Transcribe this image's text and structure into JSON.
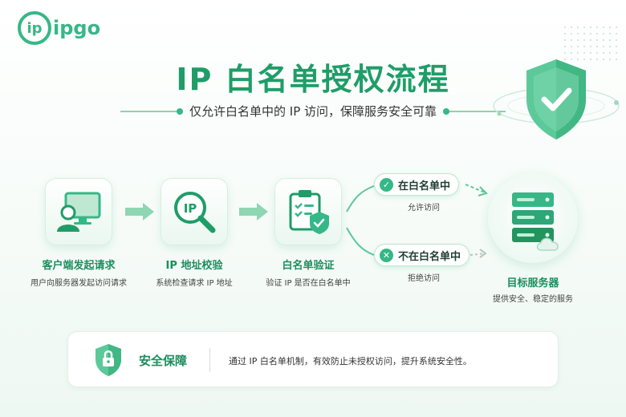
{
  "logo": {
    "mark": "ip",
    "text": "ipgo"
  },
  "header": {
    "title": "IP 白名单授权流程",
    "subtitle": "仅允许白名单中的 IP 访问，保障服务安全可靠"
  },
  "steps": [
    {
      "label": "客户端发起请求",
      "desc": "用户向服务器发起访问请求",
      "icon": "monitor-user-icon"
    },
    {
      "label": "IP 地址校验",
      "desc": "系统检查请求 IP 地址",
      "icon": "ip-magnifier-icon"
    },
    {
      "label": "白名单验证",
      "desc": "验证 IP 是否在白名单中",
      "icon": "clipboard-shield-icon"
    }
  ],
  "ip_badge": "IP",
  "branches": {
    "allowed": {
      "label": "在白名单中",
      "desc": "允许访问",
      "icon": "check-icon"
    },
    "denied": {
      "label": "不在白名单中",
      "desc": "拒绝访问",
      "icon": "x-icon"
    }
  },
  "server": {
    "label": "目标服务器",
    "desc": "提供安全、稳定的服务",
    "icon": "server-cloud-icon"
  },
  "footer": {
    "title": "安全保障",
    "text": "通过 IP 白名单机制，有效防止未授权访问，提升系统安全性。",
    "icon": "lock-shield-icon"
  },
  "colors": {
    "accent": "#35b887",
    "title": "#1f9d68",
    "label": "#1c8e5e"
  }
}
